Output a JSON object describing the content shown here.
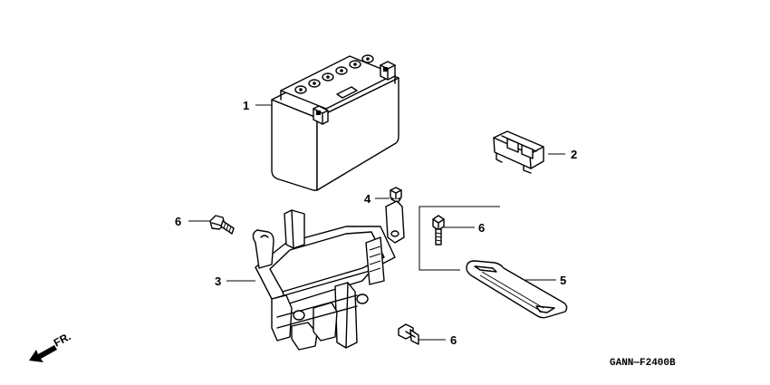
{
  "diagram": {
    "diagram_code": "GANN—F2400B",
    "direction_label": "FR.",
    "callouts": [
      {
        "id": "battery",
        "number": "1"
      },
      {
        "id": "terminal-cover",
        "number": "2"
      },
      {
        "id": "battery-case",
        "number": "3"
      },
      {
        "id": "terminal-bolt",
        "number": "4"
      },
      {
        "id": "battery-band",
        "number": "5"
      },
      {
        "id": "bolt-left",
        "number": "6"
      },
      {
        "id": "bolt-inset",
        "number": "6"
      },
      {
        "id": "bolt-bottom",
        "number": "6"
      }
    ]
  }
}
